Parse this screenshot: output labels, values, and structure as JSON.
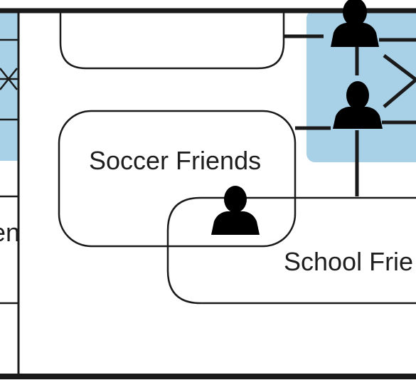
{
  "colors": {
    "stroke": "#1a1a1a",
    "highlight": "#a8d0e6",
    "background": "#ffffff",
    "person": "#000000"
  },
  "groups": [
    {
      "label": ""
    },
    {
      "label": "Soccer Friends"
    },
    {
      "label": "School Frie"
    }
  ],
  "edge_fragment": "en",
  "people_icon": "person-icon"
}
